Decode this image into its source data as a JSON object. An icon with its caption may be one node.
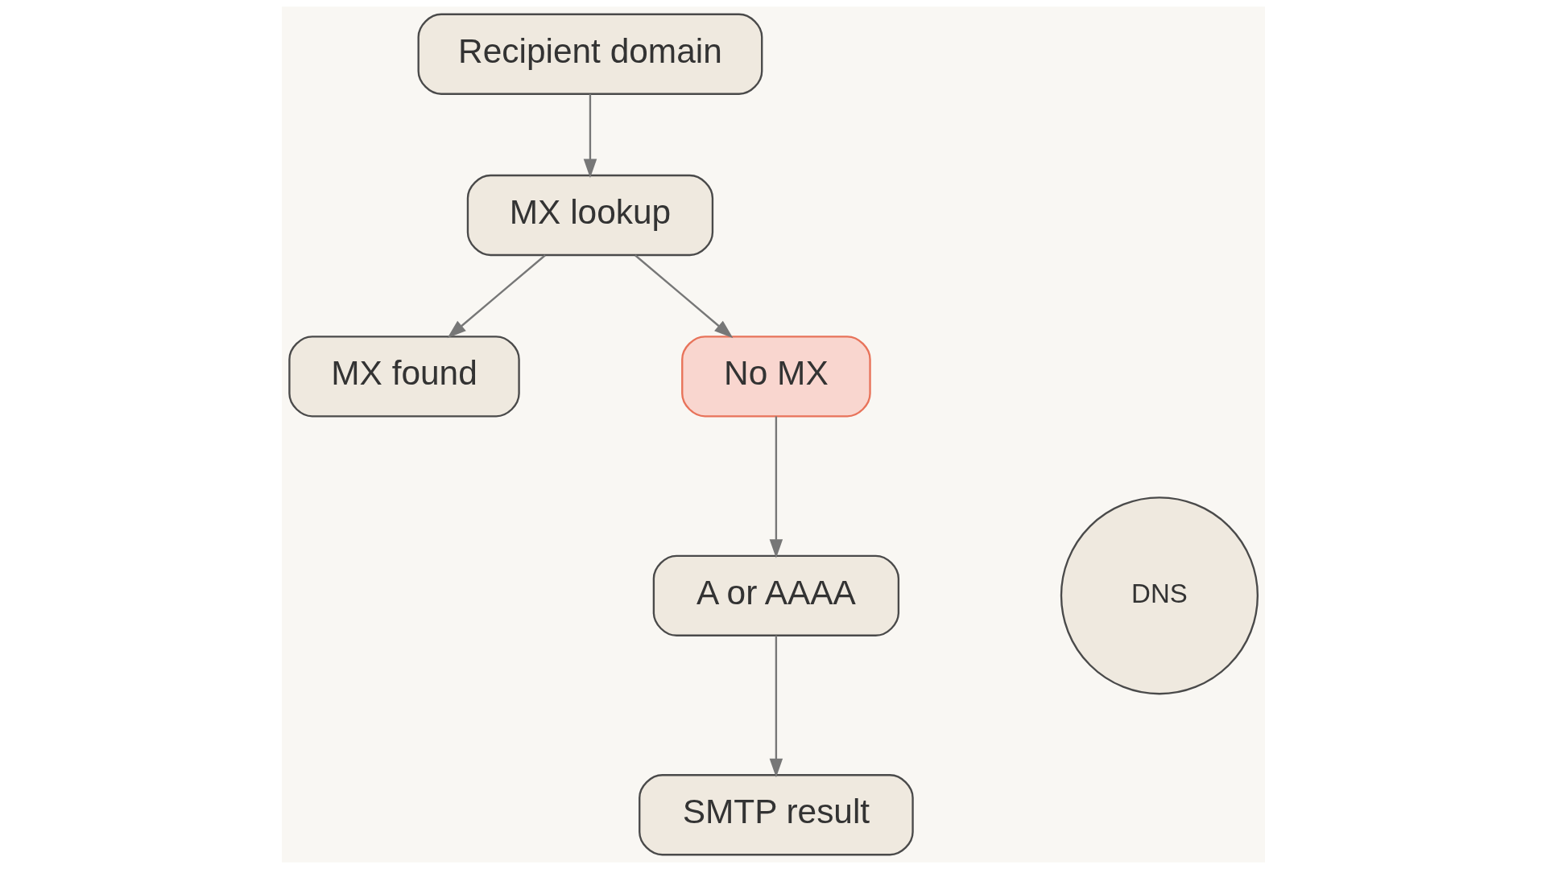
{
  "diagram": {
    "nodes": [
      {
        "text": [
          "Recipient domain"
        ]
      },
      {
        "text": [
          "MX lookup"
        ]
      },
      {
        "text": [
          "MX found"
        ]
      },
      {
        "text": [
          "No MX"
        ]
      },
      {
        "text": [
          "A or AAAA"
        ]
      },
      {
        "text": [
          "SMTP result"
        ]
      }
    ],
    "edges": [
      {
        "from": 0,
        "to": 1,
        "arrow": "to"
      },
      {
        "from": 1,
        "to": 2,
        "arrow": "to"
      },
      {
        "from": 1,
        "to": 3,
        "arrow": "to"
      },
      {
        "from": 3,
        "to": 4,
        "arrow": "to"
      },
      {
        "from": 4,
        "to": 5,
        "arrow": "to"
      }
    ],
    "labels": [
      "DNS"
    ]
  }
}
